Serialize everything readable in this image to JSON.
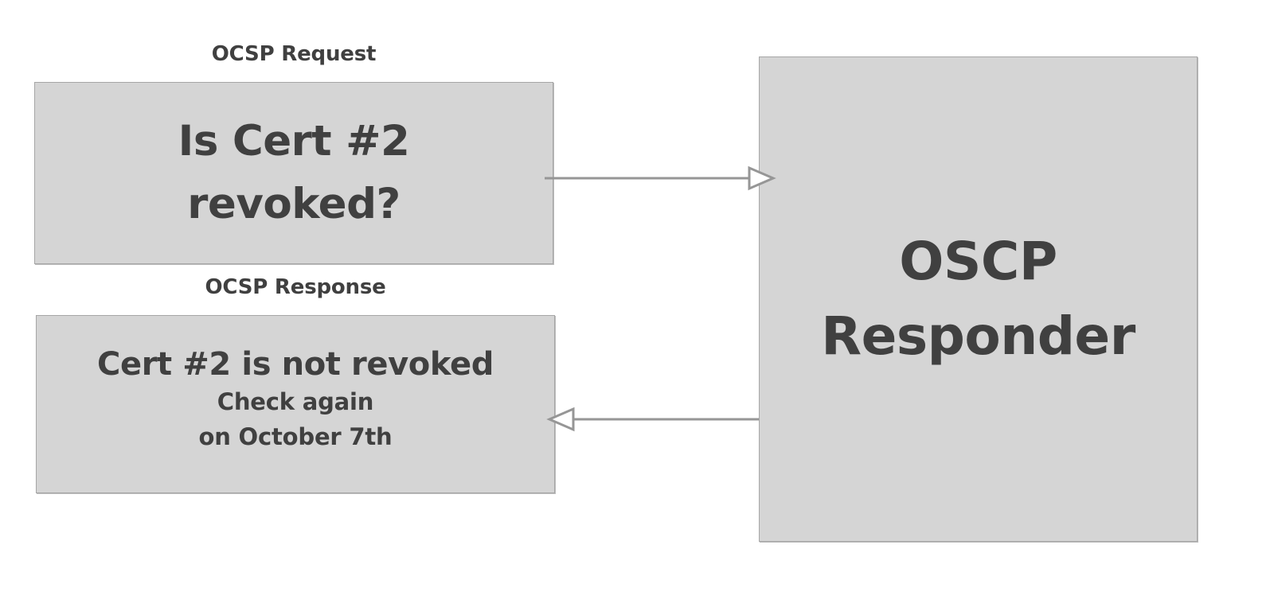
{
  "diagram": {
    "title": "OCSP request and response flow",
    "background_color": "#ffffff",
    "node_fill_color": "#d5d5d5",
    "node_border_color": "#a6a6a6",
    "text_color": "#404040",
    "connector_color": "#969696"
  },
  "captions": {
    "request": "OCSP Request",
    "response": "OCSP Response"
  },
  "nodes": {
    "request": {
      "line1": "Is Cert #2",
      "line2": "revoked?"
    },
    "response": {
      "headline": "Cert #2 is not revoked",
      "sub1": "Check again",
      "sub2": "on October 7th"
    },
    "responder": {
      "line1": "OSCP",
      "line2": "Responder"
    }
  },
  "connectors": [
    {
      "name": "request-arrow",
      "direction": "right",
      "from": "request-box",
      "to": "responder-box",
      "arrowhead": "open-triangle"
    },
    {
      "name": "response-arrow",
      "direction": "left",
      "from": "responder-box",
      "to": "response-box",
      "arrowhead": "open-triangle"
    }
  ]
}
